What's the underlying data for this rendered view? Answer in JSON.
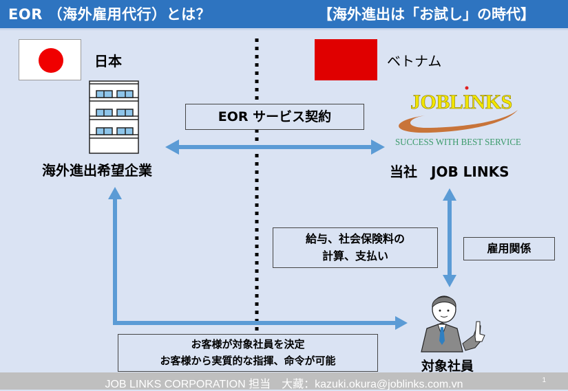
{
  "header": {
    "title": "EOR （海外雇用代行）とは？",
    "subtitle": "【海外進出は「お試し」の時代】"
  },
  "left": {
    "country": "日本",
    "entity": "海外進出希望企業"
  },
  "right": {
    "country": "ベトナム",
    "entity": "当社　JOB LINKS",
    "logo_text": "JOBLINKS",
    "logo_tagline": "SUCCESS WITH BEST SERVICE"
  },
  "relations": {
    "contract": "EOR サービス契約",
    "payroll_line1": "給与、社会保険料の",
    "payroll_line2": "計算、支払い",
    "employment": "雇用関係",
    "client_control_line1": "お客様が対象社員を決定",
    "client_control_line2": "お客様から実質的な指揮、命令が可能"
  },
  "employee": {
    "label": "対象社員"
  },
  "footer": {
    "text": "JOB LINKS CORPORATION 担当　大藏：kazuki.okura@joblinks.com.vn",
    "page": "1"
  },
  "colors": {
    "header_bg": "#2e74c0",
    "background": "#dae3f3",
    "arrow": "#5b9bd5",
    "footer_bg": "#bfbfbf"
  }
}
